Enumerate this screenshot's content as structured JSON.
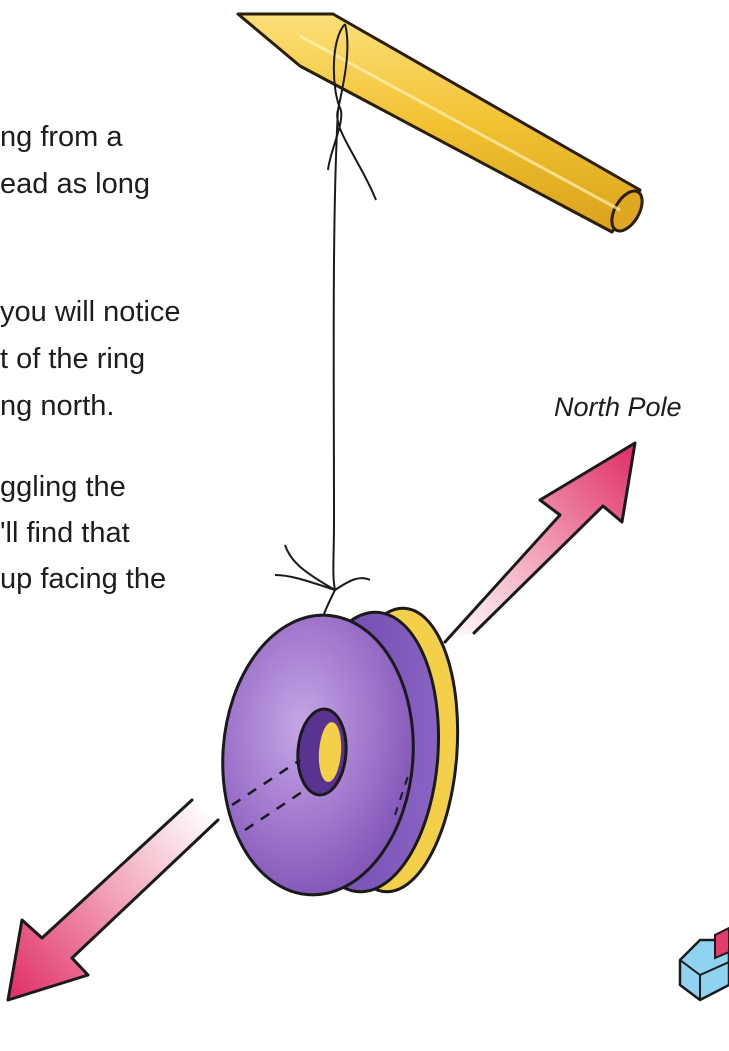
{
  "text_lines": [
    "ng from a",
    "ead as long",
    "you will notice",
    "t of the ring",
    "ng north.",
    "ggling the",
    "'ll find that",
    "up facing the"
  ],
  "arrow_label": "North Pole",
  "colors": {
    "rod": "#f2c233",
    "ring_face": "#8e63c0",
    "ring_rim": "#f3cf4a",
    "arrow": "#e23c6e",
    "text": "#1d1d1d"
  },
  "icons": [
    "rod",
    "thread",
    "ring-magnet",
    "north-arrow",
    "south-arrow",
    "magnet-corner"
  ]
}
